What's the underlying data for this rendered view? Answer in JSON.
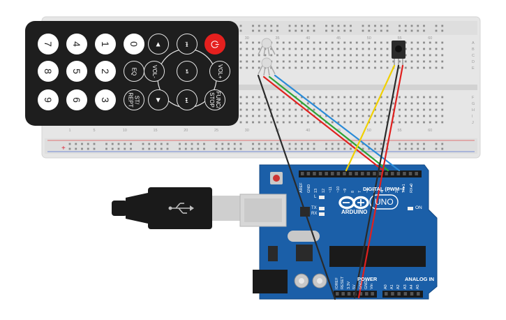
{
  "breadboard": {
    "col_numbers": [
      "1",
      "5",
      "10",
      "15",
      "20",
      "25",
      "30",
      "35",
      "40",
      "45",
      "50",
      "55",
      "60"
    ],
    "row_letters_top": [
      "A",
      "B",
      "C",
      "D",
      "E"
    ],
    "row_letters_bottom": [
      "F",
      "G",
      "H",
      "I",
      "J"
    ],
    "rail_minus": "-",
    "rail_plus": "+"
  },
  "remote": {
    "buttons": [
      {
        "label": "7",
        "kind": "light"
      },
      {
        "label": "4",
        "kind": "light"
      },
      {
        "label": "1",
        "kind": "light"
      },
      {
        "label": "0",
        "kind": "light"
      },
      {
        "label": "◀",
        "kind": "dark"
      },
      {
        "label": "⏮",
        "kind": "dark"
      },
      {
        "label": "⏻",
        "kind": "red"
      },
      {
        "label": "8",
        "kind": "light"
      },
      {
        "label": "5",
        "kind": "light"
      },
      {
        "label": "2",
        "kind": "light"
      },
      {
        "label": "EQ",
        "kind": "dark"
      },
      {
        "label": "VOL-",
        "kind": "dark"
      },
      {
        "label": "⏯",
        "kind": "dark"
      },
      {
        "label": "VOL+",
        "kind": "dark"
      },
      {
        "label": "9",
        "kind": "light"
      },
      {
        "label": "6",
        "kind": "light"
      },
      {
        "label": "3",
        "kind": "light"
      },
      {
        "label": "ST/\nREPT",
        "kind": "dark"
      },
      {
        "label": "▶",
        "kind": "dark"
      },
      {
        "label": "⏭",
        "kind": "dark"
      },
      {
        "label": "FUNC/\nSTOP",
        "kind": "dark"
      }
    ]
  },
  "arduino": {
    "brand": "ARDUINO",
    "model": "UNO",
    "digital_label": "DIGITAL (PWM~)",
    "analog_label": "ANALOG IN",
    "power_label": "POWER",
    "on_label": "ON",
    "led_labels": [
      "L",
      "TX",
      "RX"
    ],
    "top_pins": [
      "AREF",
      "GND",
      "13",
      "12",
      "~11",
      "~10",
      "~9",
      "8",
      "7",
      "~6",
      "~5",
      "4",
      "~3",
      "2",
      "TX▸1",
      "RX◂0"
    ],
    "power_pins": [
      "IOREF",
      "RESET",
      "3.3V",
      "5V",
      "GND",
      "GND",
      "Vin"
    ],
    "analog_pins": [
      "A0",
      "A1",
      "A2",
      "A3",
      "A4",
      "A5"
    ]
  },
  "colors": {
    "breadboard": "#e9e9e9",
    "arduino": "#1b5fa8",
    "remote": "#1e1e1e",
    "wire_red": "#e0201e",
    "wire_black": "#2a2a2a",
    "wire_green": "#2fa336",
    "wire_blue": "#2a8bd8",
    "wire_yellow": "#f0d000",
    "power_button": "#e5201e"
  },
  "icons": [
    "usb-icon",
    "power-icon",
    "infinity-logo-icon"
  ]
}
